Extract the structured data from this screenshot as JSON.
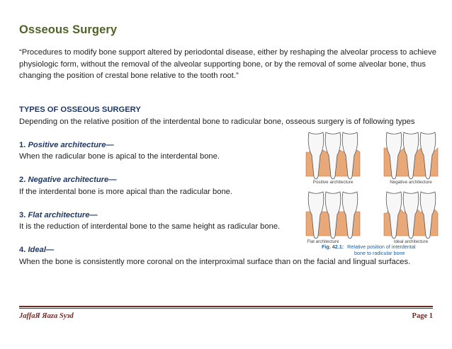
{
  "title": "Osseous Surgery",
  "quote": "“Procedures to modify bone support altered by periodontal disease, either by reshaping the alveolar process to achieve physiologic form, without the removal of the alveolar supporting bone, or by the removal of some alveolar bone, thus changing the position of crestal bone relative to the tooth root.”",
  "types": {
    "heading": "TYPES OF OSSEOUS SURGERY",
    "intro": "Depending on the relative position of the interdental bone to radicular bone, osseous surgery is of following types",
    "items": [
      {
        "number": "1.",
        "name": "Positive architecture—",
        "desc": "When the radicular bone is apical to the interdental bone."
      },
      {
        "number": "2.",
        "name": "Negative architecture—",
        "desc": "If the interdental bone is more apical than the radicular bone."
      },
      {
        "number": "3.",
        "name": "Flat architecture—",
        "desc": "It is the reduction of interdental bone to the same height as radicular bone."
      },
      {
        "number": "4.",
        "name": "Ideal—",
        "desc": "When the bone is consistently more coronal on the interproximal surface than on the facial and lingual surfaces."
      }
    ]
  },
  "figure": {
    "panels": [
      "Positive architecture",
      "Negative architecture",
      "Flat architecture",
      "Ideal architecture"
    ],
    "caption_label": "Fig. 42.1:",
    "caption_line1": "Relative position of interdental",
    "caption_line2": "bone to radicular bone",
    "bone_color": "#e8a878",
    "tooth_color": "#f7f7f7"
  },
  "footer": {
    "author": "JaffaЯ Яaza Syзd",
    "page": "Page 1"
  },
  "colors": {
    "title": "#4f6228",
    "heading": "#1f3864",
    "footer": "#6b2c25"
  }
}
